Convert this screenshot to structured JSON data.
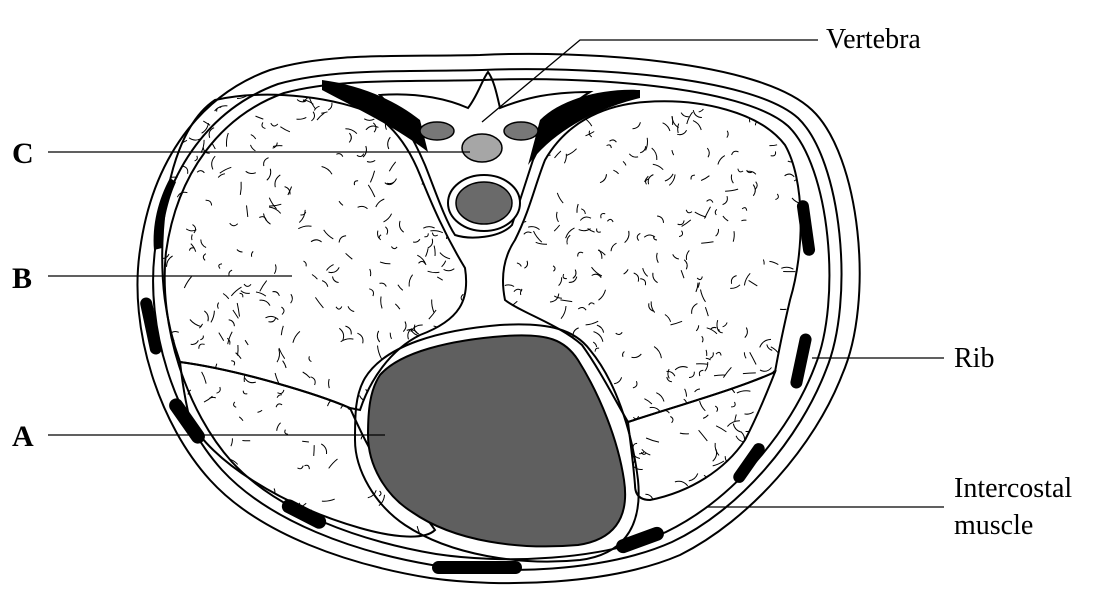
{
  "labels": {
    "a": "A",
    "b": "B",
    "c": "C",
    "vertebra": "Vertebra",
    "rib": "Rib",
    "intercostal_line1": "Intercostal",
    "intercostal_line2": "muscle"
  },
  "colors": {
    "heart": "#5f5f5f",
    "vertebral_body": "#6a6a6a",
    "spinal_element": "#a6a6a6",
    "transverse_process": "#777777",
    "rib": "#000000",
    "outline": "#000000"
  }
}
